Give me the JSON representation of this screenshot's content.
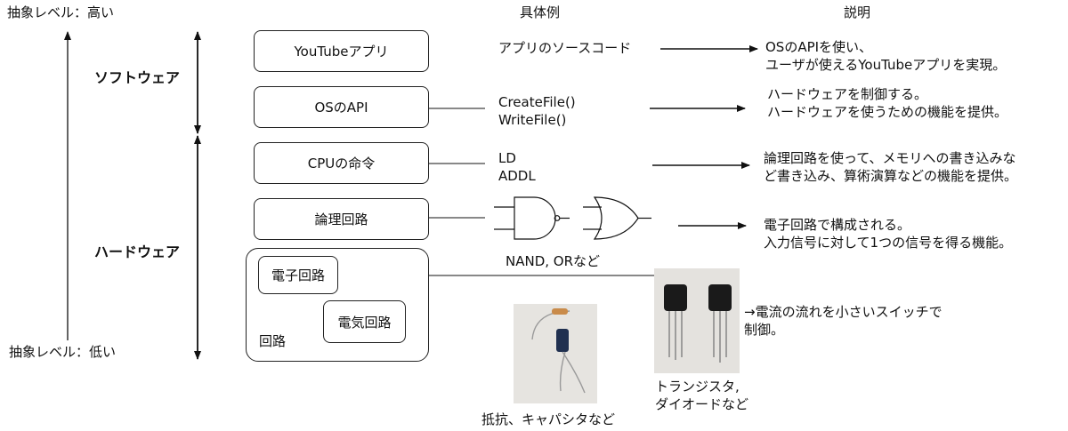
{
  "headers": {
    "abstract_high": "抽象レベル：高い",
    "abstract_low": "抽象レベル：低い",
    "examples": "具体例",
    "explanation": "説明"
  },
  "categories": {
    "software": "ソフトウェア",
    "hardware": "ハードウェア"
  },
  "layers": {
    "youtube_app": "YouTubeアプリ",
    "os_api": "OSのAPI",
    "cpu_instructions": "CPUの命令",
    "logic_circuit": "論理回路",
    "electronic_circuit": "電子回路",
    "electric_circuit": "電気回路",
    "circuit": "回路"
  },
  "examples": {
    "source_code": "アプリのソースコード",
    "api_calls": "CreateFile()\nWriteFile()",
    "cpu_ops": "LD\nADDL",
    "gates_caption": "NAND, ORなど",
    "transistor_caption": "トランジスタ,\nダイオードなど",
    "resistor_caption": "抵抗、キャパシタなど"
  },
  "explanations": {
    "youtube": "OSのAPIを使い、\nユーザが使えるYouTubeアプリを実現。",
    "os_api": "ハードウェアを制御する。\nハードウェアを使うための機能を提供。",
    "cpu": "論理回路を使って、メモリへの書き込みな\nど書き込み、算術演算などの機能を提供。",
    "logic": "電子回路で構成される。\n入力信号に対して1つの信号を得る機能。",
    "electronic": "→電流の流れを小さいスイッチで\n制御。"
  }
}
